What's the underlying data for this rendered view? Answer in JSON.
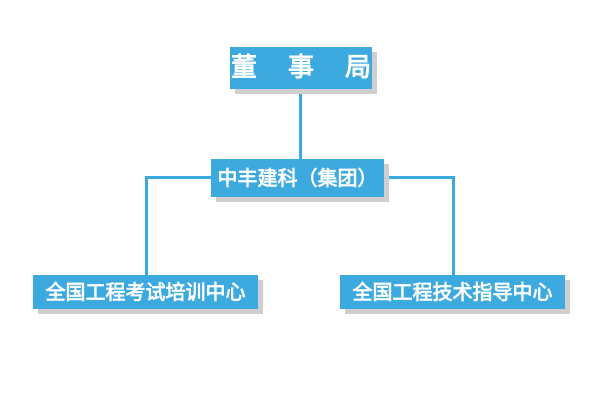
{
  "chart_data": {
    "type": "diagram",
    "diagram_type": "organizational-chart",
    "title": "",
    "orientation": "top-down",
    "colors": {
      "node_fill": "#3CA9DF",
      "node_text": "#FFFFFF",
      "shadow": "#CFCFCF",
      "connector": "#3CA9DF",
      "background": "#FFFFFF"
    },
    "nodes": [
      {
        "id": "board",
        "label": "董 事 局",
        "level": 1,
        "parent": null
      },
      {
        "id": "group",
        "label": "中丰建科（集团）",
        "level": 2,
        "parent": "board"
      },
      {
        "id": "exam-center",
        "label": "全国工程考试培训中心",
        "level": 3,
        "parent": "group"
      },
      {
        "id": "tech-center",
        "label": "全国工程技术指导中心",
        "level": 3,
        "parent": "group"
      }
    ],
    "edges": [
      {
        "from": "board",
        "to": "group",
        "style": "vertical"
      },
      {
        "from": "group",
        "to": "exam-center",
        "style": "elbow-left"
      },
      {
        "from": "group",
        "to": "tech-center",
        "style": "elbow-right"
      }
    ]
  },
  "org": {
    "board": {
      "label": "董 事 局"
    },
    "group": {
      "label": "中丰建科（集团）"
    },
    "exam_center": {
      "label": "全国工程考试培训中心"
    },
    "tech_center": {
      "label": "全国工程技术指导中心"
    }
  }
}
